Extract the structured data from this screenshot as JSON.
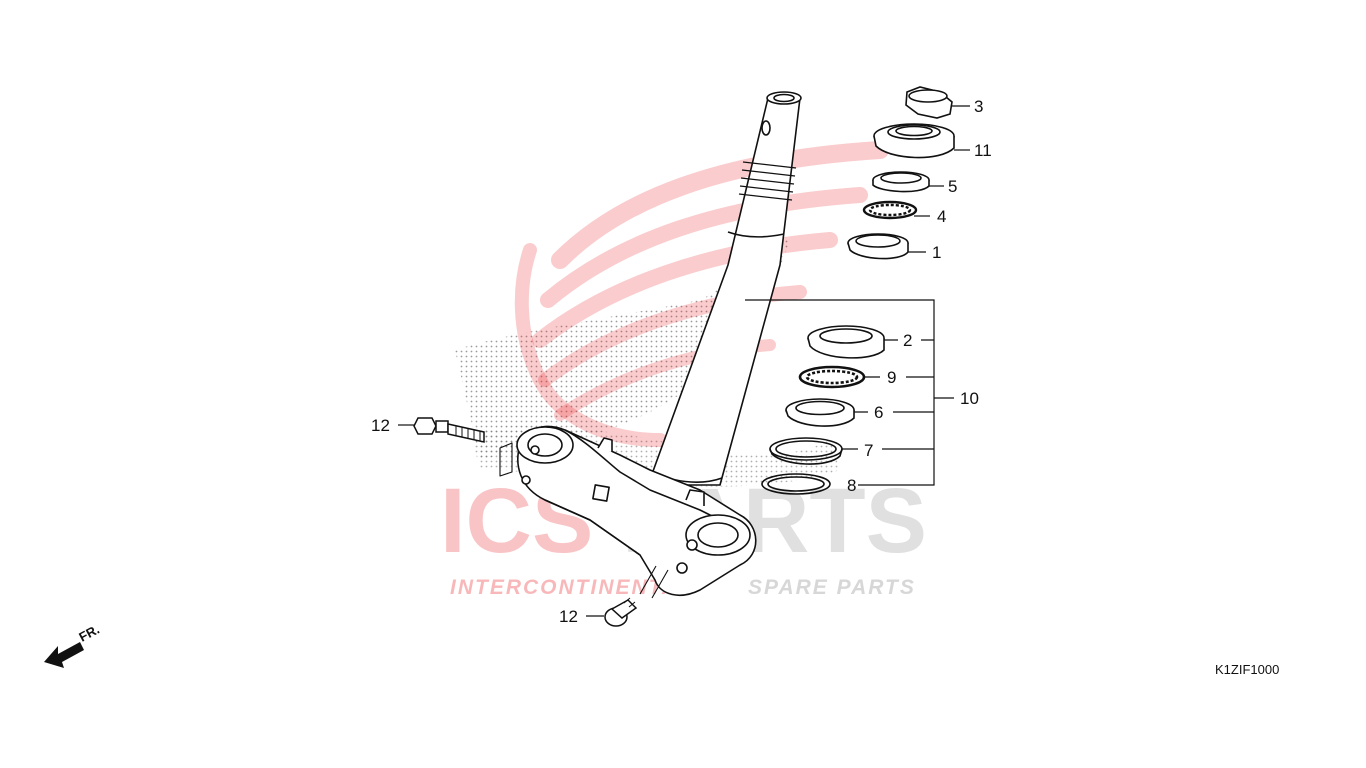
{
  "diagram": {
    "figure_code": "K1ZIF1000",
    "front_indicator": "FR.",
    "callouts": [
      "1",
      "2",
      "3",
      "4",
      "5",
      "6",
      "7",
      "8",
      "9",
      "10",
      "11",
      "12",
      "12"
    ]
  },
  "watermark": {
    "brand_left": "ICS",
    "brand_right": "PARTS",
    "tagline_segments": [
      "INTERCONTINENTAL",
      "SPARE PARTS"
    ],
    "red": "#e8151b",
    "grey": "#a6a6a6"
  }
}
